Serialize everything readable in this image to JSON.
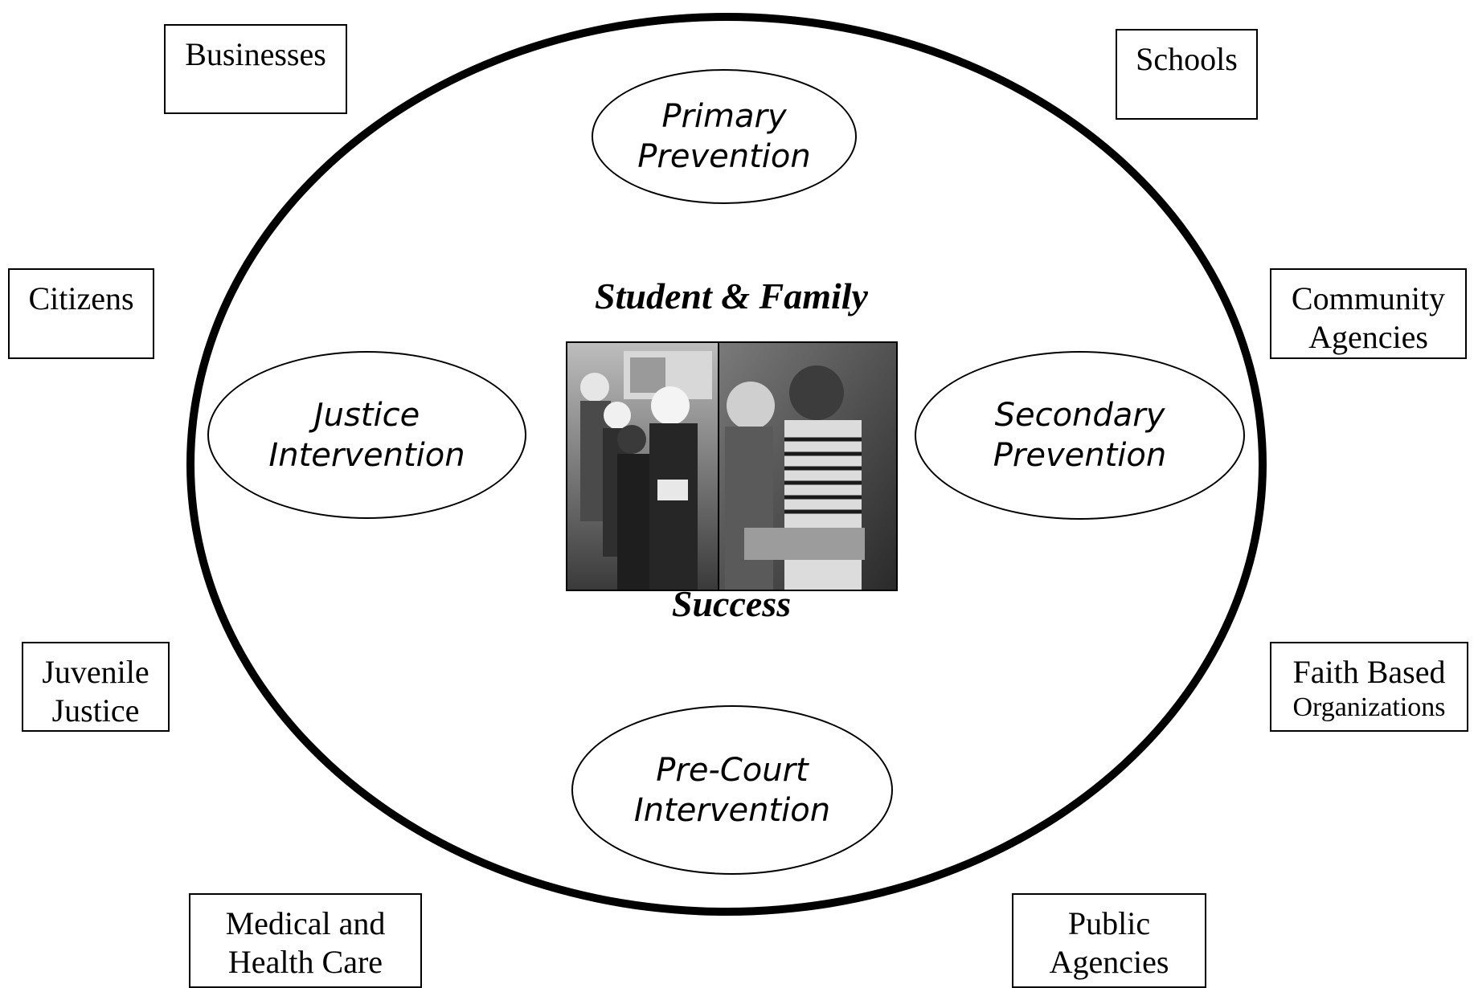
{
  "center": {
    "title": "Student & Family",
    "subtitle": "Success"
  },
  "inner_nodes": {
    "primary": [
      "Primary",
      "Prevention"
    ],
    "justice": [
      "Justice",
      "Intervention"
    ],
    "secondary": [
      "Secondary",
      "Prevention"
    ],
    "precourt": [
      "Pre-Court",
      "Intervention"
    ]
  },
  "outer_boxes": {
    "businesses": [
      "Businesses"
    ],
    "schools": [
      "Schools"
    ],
    "citizens": [
      "Citizens"
    ],
    "community": [
      "Community",
      "Agencies"
    ],
    "juvenile": [
      "Juvenile",
      "Justice"
    ],
    "faith": [
      "Faith Based",
      "Organizations"
    ],
    "medical": [
      "Medical and",
      "Health Care"
    ],
    "public": [
      "Public",
      "Agencies"
    ]
  }
}
